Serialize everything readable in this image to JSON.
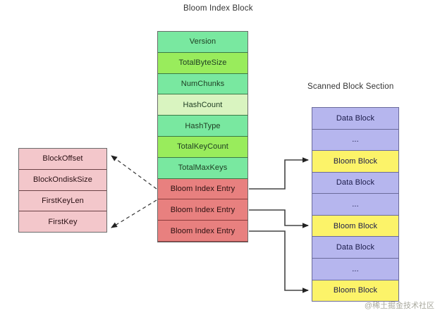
{
  "diagram": {
    "titles": {
      "bloom_index_block": "Bloom Index Block",
      "scanned_block_section": "Scanned Block Section"
    },
    "bloom_index_block": {
      "rows": [
        {
          "label": "Version",
          "shade": "g1"
        },
        {
          "label": "TotalByteSize",
          "shade": "g2"
        },
        {
          "label": "NumChunks",
          "shade": "g1"
        },
        {
          "label": "HashCount",
          "shade": "g3"
        },
        {
          "label": "HashType",
          "shade": "g1"
        },
        {
          "label": "TotalKeyCount",
          "shade": "g2"
        },
        {
          "label": "TotalMaxKeys",
          "shade": "g1"
        },
        {
          "label": "Bloom Index Entry",
          "shade": "red"
        },
        {
          "label": "Bloom Index Entry",
          "shade": "red"
        },
        {
          "label": "Bloom Index Entry",
          "shade": "red"
        }
      ]
    },
    "bloom_index_entry_detail": {
      "rows": [
        {
          "label": "BlockOffset"
        },
        {
          "label": "BlockOndiskSize"
        },
        {
          "label": "FirstKeyLen"
        },
        {
          "label": "FirstKey"
        }
      ]
    },
    "scanned_block_section": {
      "rows": [
        {
          "label": "Data Block",
          "kind": "data"
        },
        {
          "label": "...",
          "kind": "data"
        },
        {
          "label": "Bloom Block",
          "kind": "bloom"
        },
        {
          "label": "Data Block",
          "kind": "data"
        },
        {
          "label": "...",
          "kind": "data"
        },
        {
          "label": "Bloom Block",
          "kind": "bloom"
        },
        {
          "label": "Data Block",
          "kind": "data"
        },
        {
          "label": "...",
          "kind": "data"
        },
        {
          "label": "Bloom Block",
          "kind": "bloom"
        }
      ]
    },
    "colors": {
      "green_primary": "#79e8a0",
      "green_bright": "#99ec5c",
      "green_pale": "#d9f4c0",
      "red_entry": "#e8807f",
      "pink_detail": "#f3c7cb",
      "blue_data_block": "#b6b6ee",
      "yellow_bloom_block": "#fcf369",
      "connector": "#444444"
    },
    "watermark": "@稀土掘金技术社区"
  }
}
